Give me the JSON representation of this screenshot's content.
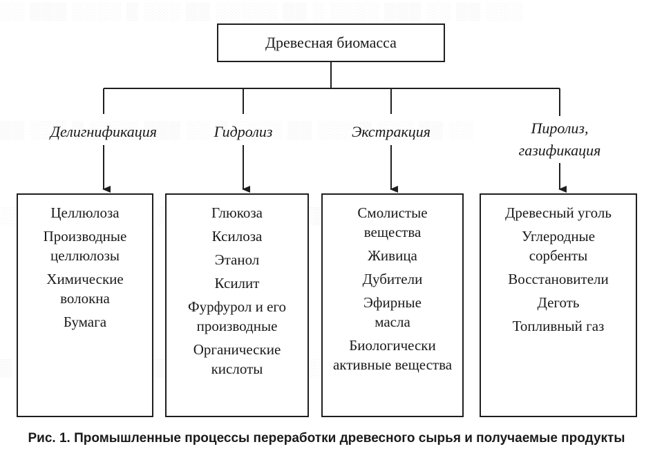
{
  "root": {
    "label": "Древесная биомасса"
  },
  "processes": [
    {
      "name": "Делигнификация",
      "products": [
        "Целлюлоза",
        "Производные целлюлозы",
        "Химические волокна",
        "Бумага"
      ]
    },
    {
      "name": "Гидролиз",
      "products": [
        "Глюкоза",
        "Ксилоза",
        "Этанол",
        "Ксилит",
        "Фурфурол и его производные",
        "Органические кислоты"
      ]
    },
    {
      "name": "Экстракция",
      "products": [
        "Смолистые вещества",
        "Живица",
        "Дубители",
        "Эфирные масла",
        "Биологически активные вещества"
      ]
    },
    {
      "name": "Пиролиз, газификация",
      "products": [
        "Древесный уголь",
        "Углеродные сорбенты",
        "Восстановители",
        "Деготь",
        "Топливный газ"
      ]
    }
  ],
  "caption": "Рис. 1. Промышленные процессы переработки древесного сырья и получаемые продукты"
}
